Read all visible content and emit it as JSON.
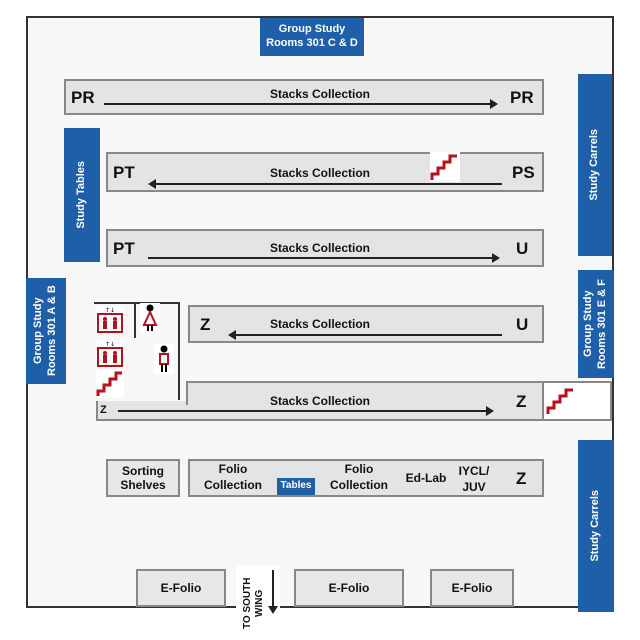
{
  "labels": {
    "group_study_cd": "Group Study Rooms 301 C & D",
    "group_study_ab": "Group Study Rooms 301 A & B",
    "group_study_ef": "Group Study Rooms 301 E & F",
    "study_tables": "Study Tables",
    "study_carrels_top": "Study Carrels",
    "study_carrels_bottom": "Study Carrels",
    "tables": "Tables",
    "to_south_wing": "TO SOUTH WING"
  },
  "rows": [
    {
      "left": "PR",
      "right": "PR",
      "label": "Stacks Collection",
      "direction": "right"
    },
    {
      "left": "PT",
      "right": "PS",
      "label": "Stacks Collection",
      "direction": "left"
    },
    {
      "left": "PT",
      "right": "U",
      "label": "Stacks Collection",
      "direction": "right"
    },
    {
      "left": "Z",
      "right": "U",
      "label": "Stacks Collection",
      "direction": "left"
    },
    {
      "left": "Z",
      "right": "Z",
      "label": "Stacks Collection",
      "direction": "right"
    }
  ],
  "bottom_row": {
    "sorting_shelves": "Sorting Shelves",
    "folio_1": "Folio Collection",
    "folio_2": "Folio Collection",
    "ed_lab": "Ed-Lab",
    "iycl": "IYCL/ JUV",
    "end_code": "Z"
  },
  "efolio": [
    "E-Folio",
    "E-Folio",
    "E-Folio"
  ],
  "icons": [
    "stairs-icon",
    "elevator-icon",
    "womens-restroom-icon",
    "mens-restroom-icon"
  ],
  "colors": {
    "accent_blue": "#1f5fa8",
    "stairs_red": "#b3121b"
  }
}
